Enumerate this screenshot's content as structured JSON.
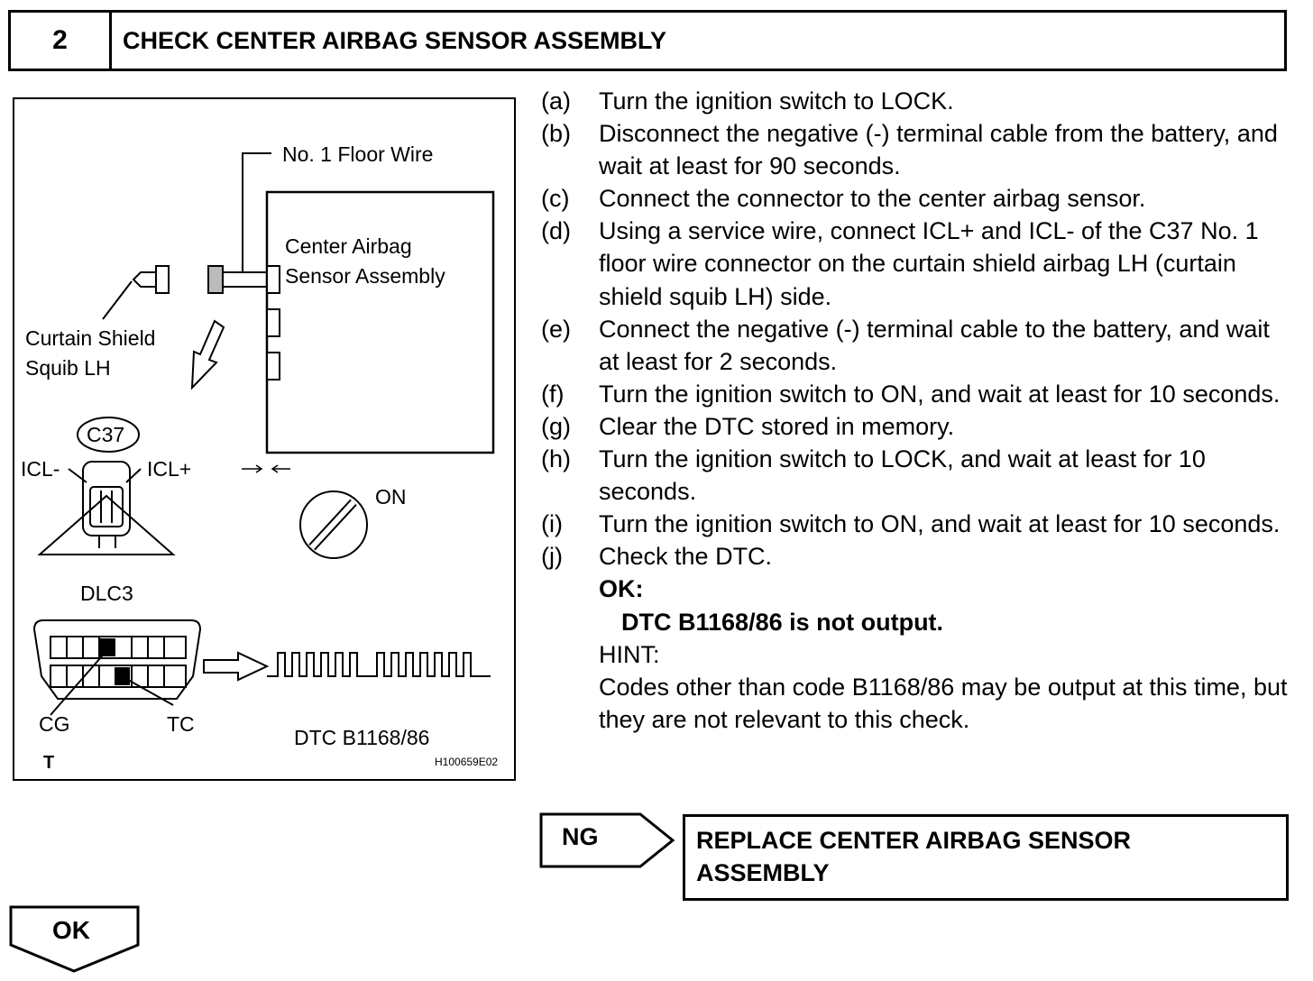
{
  "header": {
    "step_number": "2",
    "title": "CHECK CENTER AIRBAG SENSOR ASSEMBLY"
  },
  "figure": {
    "floor_wire": "No. 1 Floor Wire",
    "sensor_line1": "Center Airbag",
    "sensor_line2": "Sensor Assembly",
    "squib_line1": "Curtain Shield",
    "squib_line2": "Squib LH",
    "connector_id": "C37",
    "icl_minus": "ICL-",
    "icl_plus": "ICL+",
    "switch_on": "ON",
    "dlc3": "DLC3",
    "cg": "CG",
    "tc": "TC",
    "dtc": "DTC B1168/86",
    "t": "T",
    "figure_id": "H100659E02"
  },
  "steps": [
    {
      "letter": "(a)",
      "text": "Turn the ignition switch to LOCK."
    },
    {
      "letter": "(b)",
      "text": "Disconnect the negative (-) terminal cable from the battery, and wait at least for 90 seconds."
    },
    {
      "letter": "(c)",
      "text": "Connect the connector to the center airbag sensor."
    },
    {
      "letter": "(d)",
      "text": "Using a service wire, connect ICL+ and ICL- of the C37 No. 1 floor wire connector on the curtain shield airbag LH (curtain shield squib LH) side."
    },
    {
      "letter": "(e)",
      "text": "Connect the negative (-) terminal cable to the battery, and wait at least for 2 seconds."
    },
    {
      "letter": "(f)",
      "text": "Turn the ignition switch to ON, and wait at least for 10 seconds."
    },
    {
      "letter": "(g)",
      "text": "Clear the DTC stored in memory."
    },
    {
      "letter": "(h)",
      "text": "Turn the ignition switch to LOCK, and wait at least for 10 seconds."
    },
    {
      "letter": "(i)",
      "text": "Turn the ignition switch to ON, and wait at least for 10 seconds."
    },
    {
      "letter": "(j)",
      "text": "Check the DTC."
    }
  ],
  "result": {
    "ok_label": "OK:",
    "ok_text": "DTC B1168/86 is not output.",
    "hint_label": "HINT:",
    "hint_text": "Codes other than code B1168/86 may be output at this time, but they are not relevant to this check."
  },
  "ng": {
    "label": "NG",
    "action_line1": "REPLACE CENTER AIRBAG SENSOR",
    "action_line2": "ASSEMBLY"
  },
  "ok": {
    "label": "OK"
  }
}
